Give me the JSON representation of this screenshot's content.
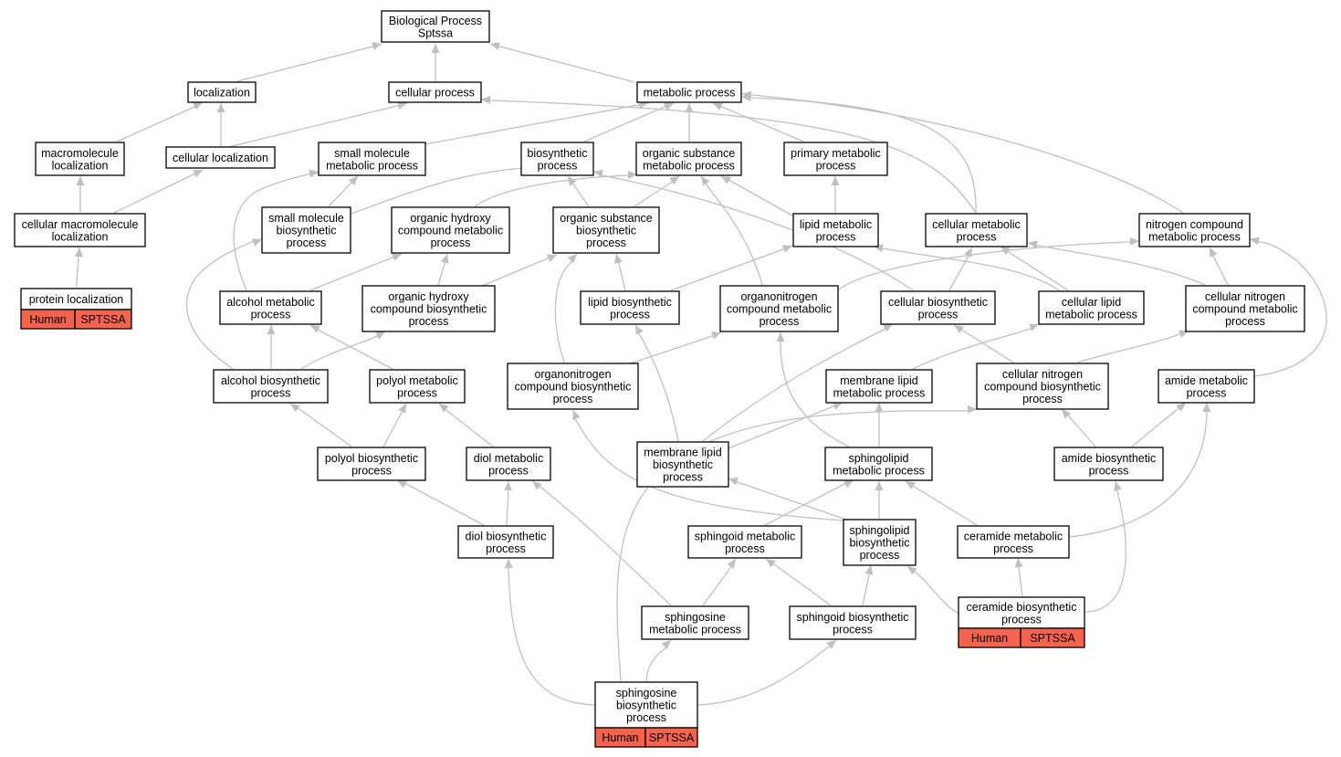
{
  "colors": {
    "edge": "#c0c0c0",
    "tag_fill": "#f4634d",
    "node_border": "#000000",
    "background": "#ffffff"
  },
  "nodes": {
    "root": {
      "lines": [
        "Biological Process",
        "Sptssa"
      ]
    },
    "localization": {
      "lines": [
        "localization"
      ]
    },
    "cellular_process": {
      "lines": [
        "cellular process"
      ]
    },
    "metabolic_process": {
      "lines": [
        "metabolic process"
      ]
    },
    "macromolecule_localization": {
      "lines": [
        "macromolecule",
        "localization"
      ]
    },
    "cellular_localization": {
      "lines": [
        "cellular localization"
      ]
    },
    "small_molecule_metabolic": {
      "lines": [
        "small molecule",
        "metabolic process"
      ]
    },
    "biosynthetic_process": {
      "lines": [
        "biosynthetic",
        "process"
      ]
    },
    "organic_substance_metabolic": {
      "lines": [
        "organic substance",
        "metabolic process"
      ]
    },
    "primary_metabolic": {
      "lines": [
        "primary metabolic",
        "process"
      ]
    },
    "cellular_macromolecule_localization": {
      "lines": [
        "cellular macromolecule",
        "localization"
      ]
    },
    "small_molecule_biosynthetic": {
      "lines": [
        "small molecule",
        "biosynthetic",
        "process"
      ]
    },
    "organic_hydroxy_metabolic": {
      "lines": [
        "organic hydroxy",
        "compound metabolic",
        "process"
      ]
    },
    "organic_substance_biosynthetic": {
      "lines": [
        "organic substance",
        "biosynthetic",
        "process"
      ]
    },
    "lipid_metabolic": {
      "lines": [
        "lipid metabolic",
        "process"
      ]
    },
    "cellular_metabolic": {
      "lines": [
        "cellular metabolic",
        "process"
      ]
    },
    "nitrogen_compound_metabolic": {
      "lines": [
        "nitrogen compound",
        "metabolic process"
      ]
    },
    "protein_localization": {
      "lines": [
        "protein localization"
      ],
      "tags": [
        "Human",
        "SPTSSA"
      ]
    },
    "alcohol_metabolic": {
      "lines": [
        "alcohol metabolic",
        "process"
      ]
    },
    "organic_hydroxy_biosynthetic": {
      "lines": [
        "organic hydroxy",
        "compound biosynthetic",
        "process"
      ]
    },
    "lipid_biosynthetic": {
      "lines": [
        "lipid biosynthetic",
        "process"
      ]
    },
    "organonitrogen_metabolic": {
      "lines": [
        "organonitrogen",
        "compound metabolic",
        "process"
      ]
    },
    "cellular_biosynthetic": {
      "lines": [
        "cellular biosynthetic",
        "process"
      ]
    },
    "cellular_lipid_metabolic": {
      "lines": [
        "cellular lipid",
        "metabolic process"
      ]
    },
    "cellular_nitrogen_metabolic": {
      "lines": [
        "cellular nitrogen",
        "compound metabolic",
        "process"
      ]
    },
    "alcohol_biosynthetic": {
      "lines": [
        "alcohol biosynthetic",
        "process"
      ]
    },
    "polyol_metabolic": {
      "lines": [
        "polyol metabolic",
        "process"
      ]
    },
    "organonitrogen_biosynthetic": {
      "lines": [
        "organonitrogen",
        "compound biosynthetic",
        "process"
      ]
    },
    "membrane_lipid_metabolic": {
      "lines": [
        "membrane lipid",
        "metabolic process"
      ]
    },
    "cellular_nitrogen_biosynthetic": {
      "lines": [
        "cellular nitrogen",
        "compound biosynthetic",
        "process"
      ]
    },
    "amide_metabolic": {
      "lines": [
        "amide metabolic",
        "process"
      ]
    },
    "polyol_biosynthetic": {
      "lines": [
        "polyol biosynthetic",
        "process"
      ]
    },
    "diol_metabolic": {
      "lines": [
        "diol metabolic",
        "process"
      ]
    },
    "membrane_lipid_biosynthetic": {
      "lines": [
        "membrane lipid",
        "biosynthetic",
        "process"
      ]
    },
    "sphingolipid_metabolic": {
      "lines": [
        "sphingolipid",
        "metabolic process"
      ]
    },
    "amide_biosynthetic": {
      "lines": [
        "amide biosynthetic",
        "process"
      ]
    },
    "diol_biosynthetic": {
      "lines": [
        "diol biosynthetic",
        "process"
      ]
    },
    "sphingoid_metabolic": {
      "lines": [
        "sphingoid metabolic",
        "process"
      ]
    },
    "sphingolipid_biosynthetic": {
      "lines": [
        "sphingolipid",
        "biosynthetic",
        "process"
      ]
    },
    "ceramide_metabolic": {
      "lines": [
        "ceramide metabolic",
        "process"
      ]
    },
    "sphingosine_metabolic": {
      "lines": [
        "sphingosine",
        "metabolic process"
      ]
    },
    "sphingoid_biosynthetic": {
      "lines": [
        "sphingoid biosynthetic",
        "process"
      ]
    },
    "ceramide_biosynthetic": {
      "lines": [
        "ceramide biosynthetic",
        "process"
      ],
      "tags": [
        "Human",
        "SPTSSA"
      ]
    },
    "sphingosine_biosynthetic": {
      "lines": [
        "sphingosine",
        "biosynthetic",
        "process"
      ],
      "tags": [
        "Human",
        "SPTSSA"
      ]
    }
  }
}
